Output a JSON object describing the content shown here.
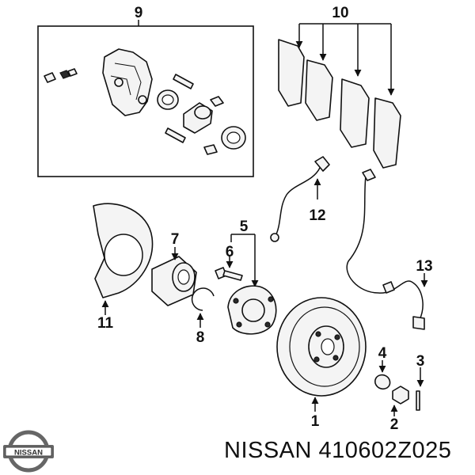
{
  "callouts": {
    "c1": "1",
    "c2": "2",
    "c3": "3",
    "c4": "4",
    "c5": "5",
    "c6": "6",
    "c7": "7",
    "c8": "8",
    "c9": "9",
    "c10": "10",
    "c11": "11",
    "c12": "12",
    "c13": "13"
  },
  "logo": {
    "text": "NISSAN"
  },
  "part_number": "NISSAN 410602Z025"
}
